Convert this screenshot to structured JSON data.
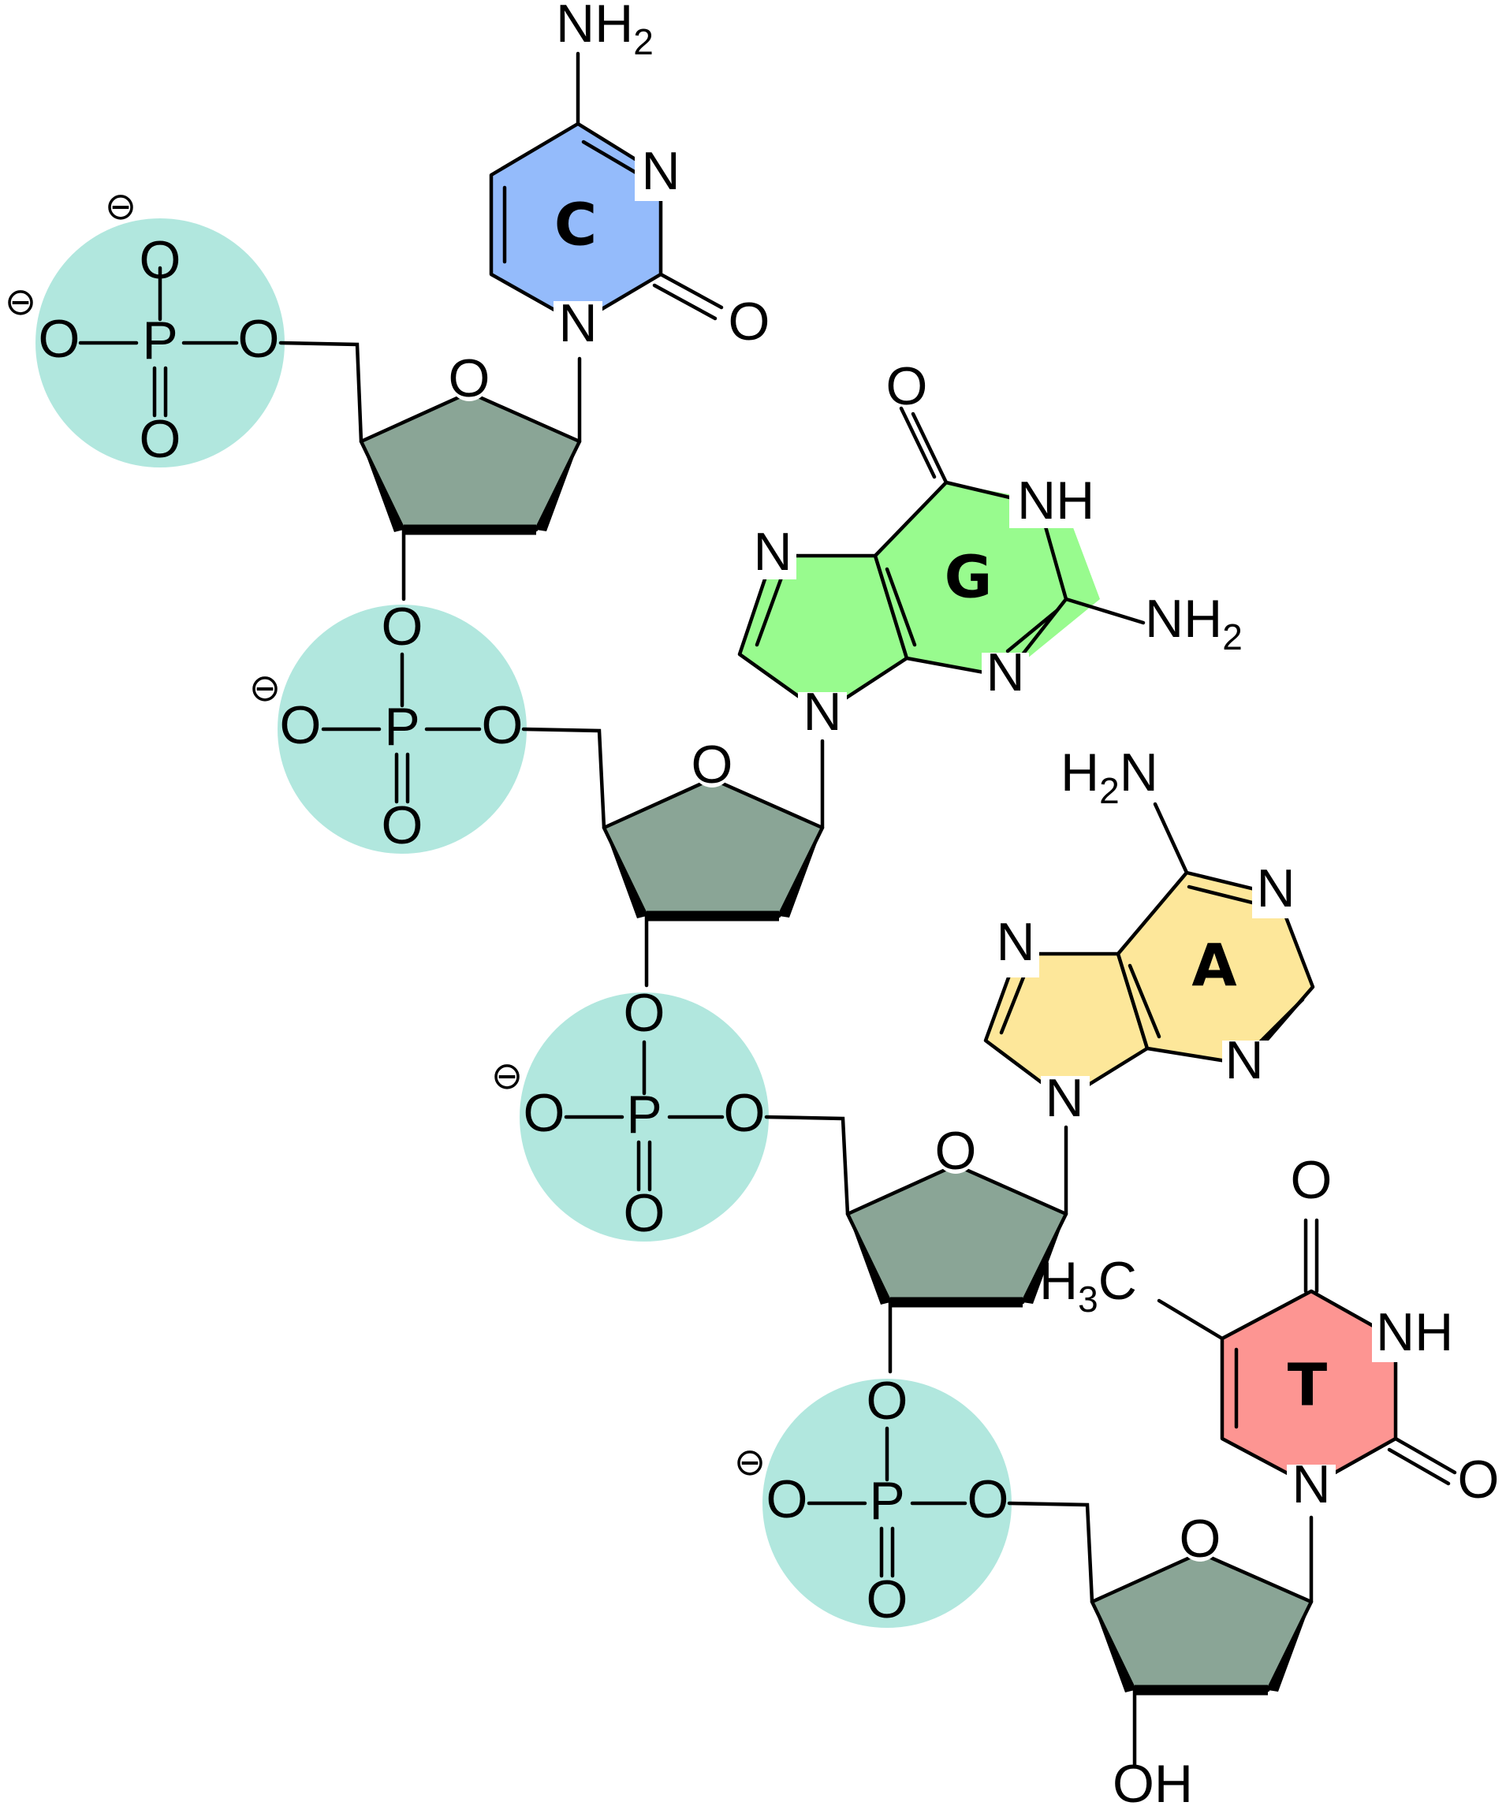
{
  "atoms": {
    "oxygen": "O",
    "nitrogen": "N",
    "phosphorus": "P",
    "nh": "NH",
    "amine": "NH",
    "amine_sub": "2",
    "h2n_h": "H",
    "h2n_sub": "2",
    "h2n_n": "N",
    "methyl_h": "H",
    "methyl_sub": "3",
    "methyl_c": "C",
    "hydroxyl": "OH",
    "charge": "⊖"
  },
  "bases": {
    "cytosine": {
      "label": "C",
      "color": "#94BBFB"
    },
    "guanine": {
      "label": "G",
      "color": "#98FB8E"
    },
    "adenine": {
      "label": "A",
      "color": "#FDE79A"
    },
    "thymine": {
      "label": "T",
      "color": "#FD9592"
    }
  },
  "colors": {
    "phosphate": "#B1E7DE",
    "sugar": "#8AA596",
    "line": "#000000"
  }
}
